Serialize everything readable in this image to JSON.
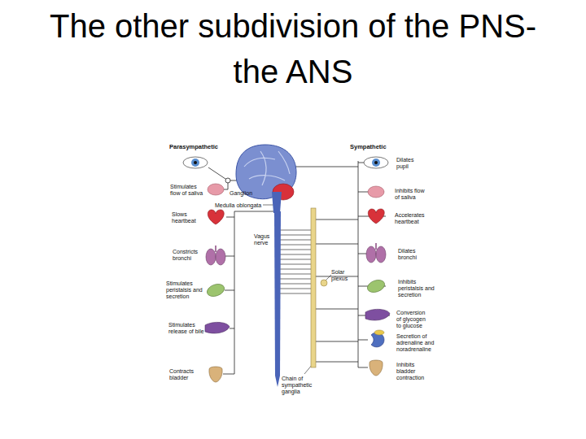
{
  "diagram": {
    "title": "The other subdivision of the PNS- the ANS",
    "labels": [
      "Parasympathetic",
      "Sympathetic",
      "Dilates pupil",
      "Stimulates flow of saliva",
      "Ganglion",
      "Inhibits flow of saliva",
      "Medulla oblongata",
      "Slows heartbeat",
      "Accelerates heartbeat",
      "Vagus nerve",
      "Constricts bronchi",
      "Dilates bronchi",
      "Solar plexus",
      "Stimulates peristalsis and secretion",
      "Inhibits peristalsis and secretion",
      "Conversion of glycogen to glucose",
      "Stimulates release of bile",
      "Secretion of adrenaline and noradrenaline",
      "Inhibits bladder contraction",
      "Contracts bladder",
      "Chain of sympathetic ganglia"
    ]
  }
}
